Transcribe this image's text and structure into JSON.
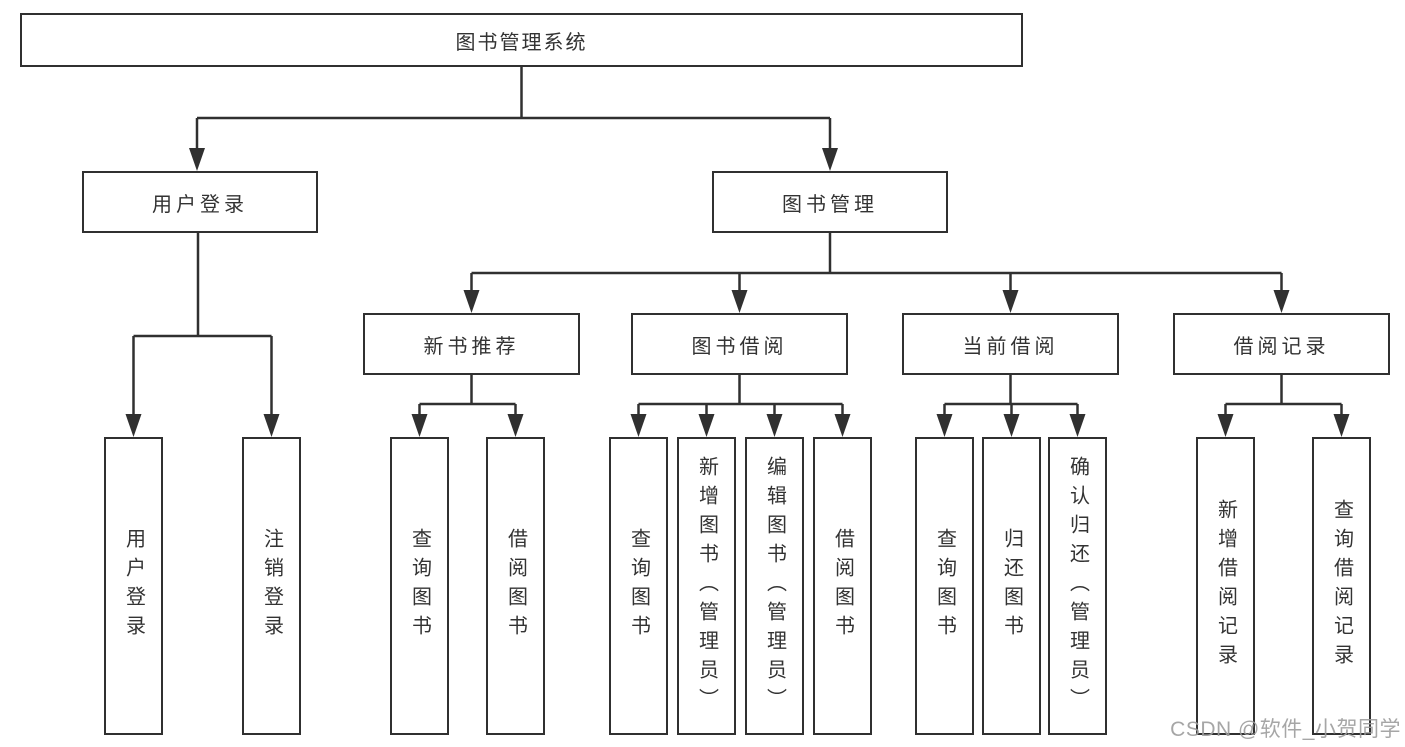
{
  "diagram": {
    "root": "图书管理系统",
    "branches": [
      {
        "label": "用户登录",
        "children": [
          "用户登录",
          "注销登录"
        ]
      },
      {
        "label": "图书管理",
        "children": [
          {
            "label": "新书推荐",
            "children": [
              "查询图书",
              "借阅图书"
            ]
          },
          {
            "label": "图书借阅",
            "children": [
              "查询图书",
              "新增图书（管理员）",
              "编辑图书（管理员）",
              "借阅图书"
            ]
          },
          {
            "label": "当前借阅",
            "children": [
              "查询图书",
              "归还图书",
              "确认归还（管理员）"
            ]
          },
          {
            "label": "借阅记录",
            "children": [
              "新增借阅记录",
              "查询借阅记录"
            ]
          }
        ]
      }
    ]
  },
  "watermark": "CSDN @软件_小贺同学",
  "colors": {
    "line": "#303030",
    "box_border": "#303030",
    "text": "#333333",
    "watermark": "#9d9d9d",
    "background": "#ffffff"
  }
}
